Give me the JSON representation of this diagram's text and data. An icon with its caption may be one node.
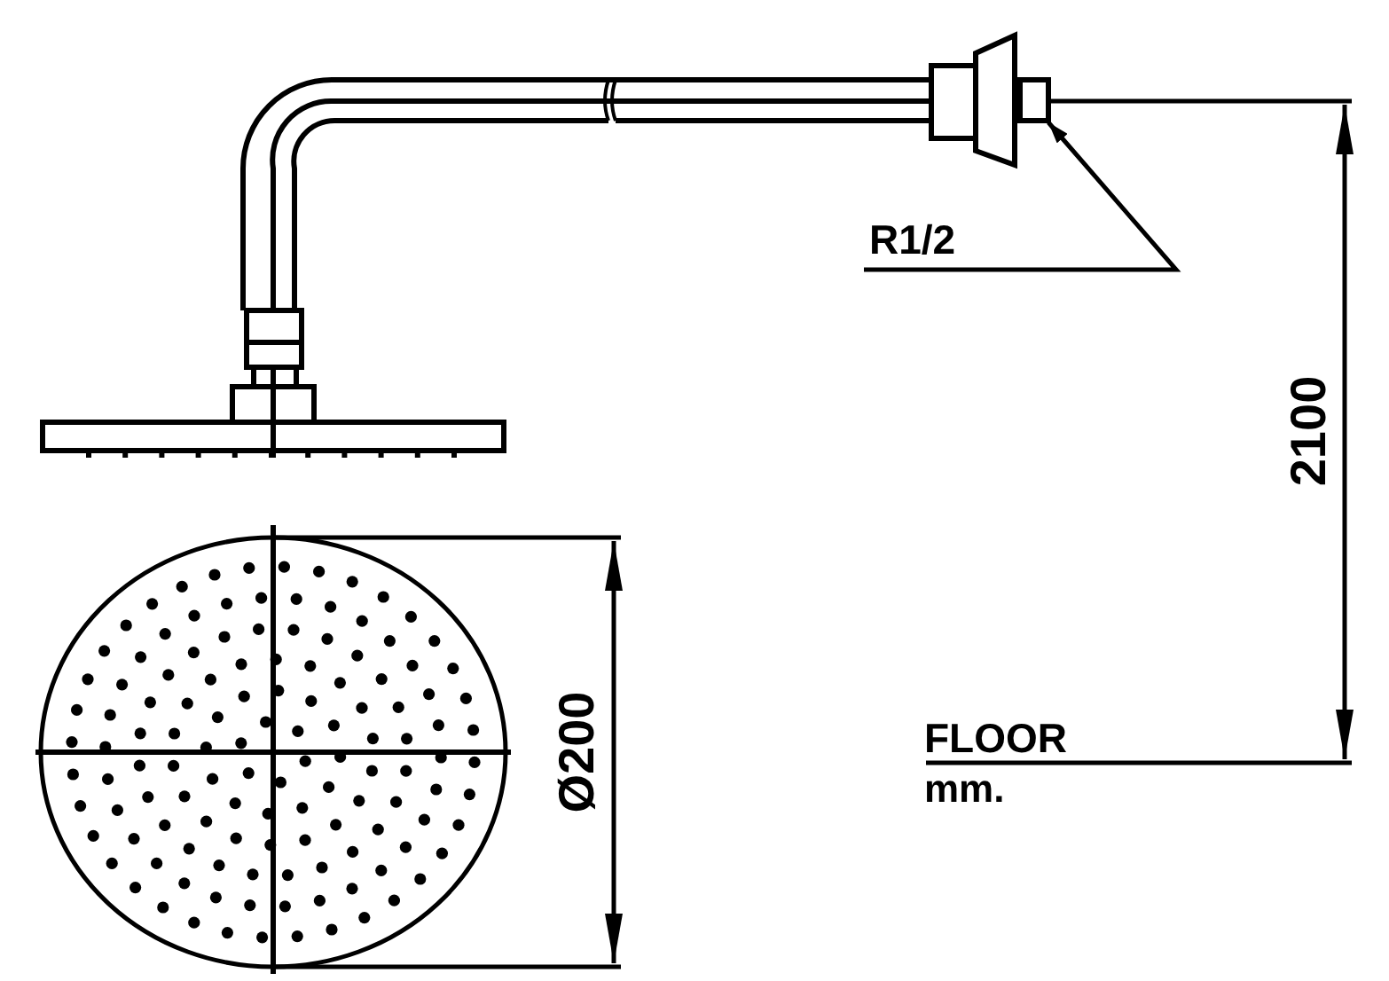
{
  "diagram": {
    "nodes": [
      {
        "text": [
          "R1/2"
        ]
      },
      {
        "text": [],
        "shape": "box"
      }
    ],
    "edges": [
      {
        "from": 0,
        "to": 1,
        "arrow": "to"
      }
    ],
    "labels": [
      "2100",
      "Ø200",
      "FLOOR",
      "mm."
    ]
  }
}
